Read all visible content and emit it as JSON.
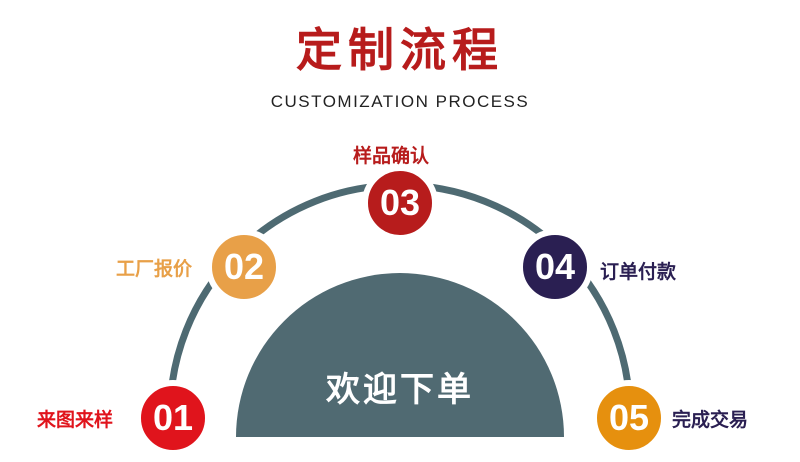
{
  "header": {
    "title": "定制流程",
    "subtitle": "CUSTOMIZATION PROCESS"
  },
  "center": {
    "label": "欢迎下单"
  },
  "steps": [
    {
      "number": "01",
      "label": "来图来样",
      "color": "#e0141c",
      "label_color": "#e0141c"
    },
    {
      "number": "02",
      "label": "工厂报价",
      "color": "#e8a048",
      "label_color": "#e8a048"
    },
    {
      "number": "03",
      "label": "样品确认",
      "color": "#b71c1c",
      "label_color": "#b71c1c"
    },
    {
      "number": "04",
      "label": "订单付款",
      "color": "#2a1f52",
      "label_color": "#2a1f52"
    },
    {
      "number": "05",
      "label": "完成交易",
      "color": "#e6900e",
      "label_color": "#2a1f52"
    }
  ],
  "colors": {
    "arc": "#4e6a72",
    "dome": "#506a72",
    "background": "#ffffff"
  }
}
